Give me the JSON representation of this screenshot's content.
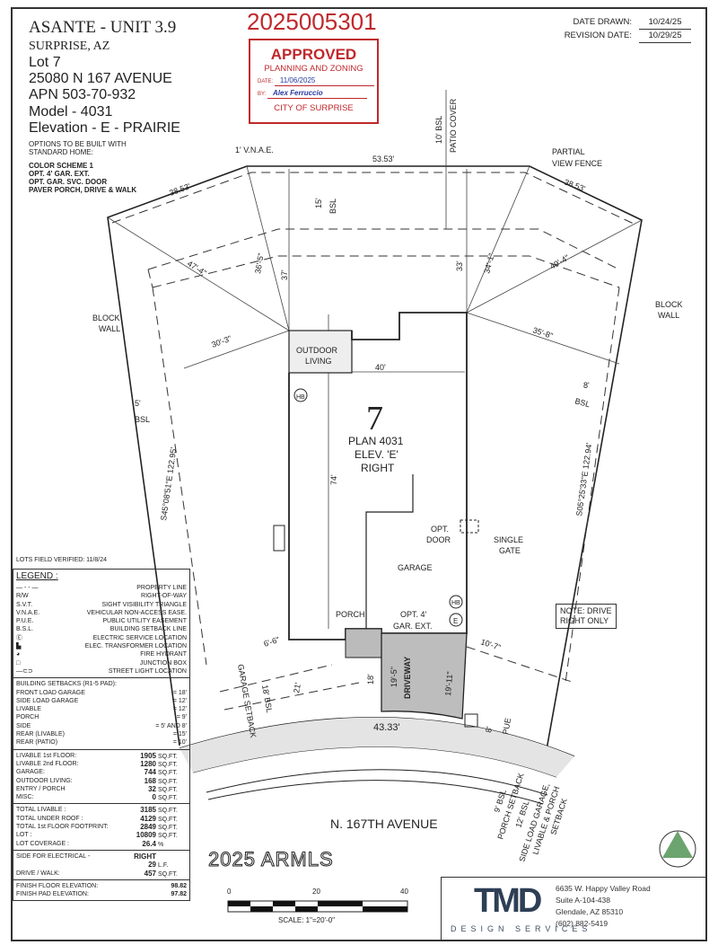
{
  "header": {
    "subdivision": "ASANTE - UNIT 3.9",
    "city": "SURPRISE, AZ",
    "lot": "Lot 7",
    "address": "25080 N 167 AVENUE",
    "apn": "APN 503-70-932",
    "model": "Model - 4031",
    "elevation": "Elevation - E - PRAIRIE",
    "options_title_1": "OPTIONS TO BE BUILT WITH",
    "options_title_2": "STANDARD HOME:",
    "options": [
      "COLOR SCHEME 1",
      "OPT. 4' GAR. EXT.",
      "OPT. GAR. SVC. DOOR",
      "PAVER PORCH, DRIVE & WALK"
    ]
  },
  "permit_number": "2025005301",
  "stamp": {
    "status": "APPROVED",
    "dept": "PLANNING AND ZONING",
    "date_label": "DATE:",
    "date": "11/06/2025",
    "by_label": "BY:",
    "by": "Alex Ferruccio",
    "city": "CITY OF SURPRISE",
    "color": "#c0282c"
  },
  "dates": {
    "drawn_label": "DATE DRAWN:",
    "drawn": "10/24/25",
    "revision_label": "REVISION DATE:",
    "revision": "10/29/25"
  },
  "plan": {
    "lot_number": "7",
    "plan_name": "PLAN 4031",
    "elev": "ELEV. 'E'",
    "orientation": "RIGHT",
    "street": "N. 167TH AVENUE",
    "labels": {
      "vnae": "1' V.N.A.E.",
      "top_dim": "53.53'",
      "left_top_dim": "38.53'",
      "right_top_dim": "38.53'",
      "patio_cover": "PATIO COVER",
      "bsl_10": "10' BSL",
      "partial_fence_1": "PARTIAL",
      "partial_fence_2": "VIEW FENCE",
      "dim_15": "15'",
      "bsl": "BSL",
      "dim_37": "37'",
      "dim_33": "33'",
      "dim_36_5": "36'-5\"",
      "dim_34_1": "34'-1\"",
      "dim_47_4": "47'-4\"",
      "dim_49_4": "49'-4\"",
      "block_wall_1": "BLOCK",
      "block_wall_2": "WALL",
      "dim_30_3": "30'-3\"",
      "dim_35_8": "35'-8\"",
      "outdoor_1": "OUTDOOR",
      "outdoor_2": "LIVING",
      "dim_40": "40'",
      "dim_5": "5'",
      "dim_8": "8'",
      "left_bearing": "S45°08'51\"E 122.95'",
      "right_bearing": "S05°25'33\"E 122.94'",
      "dim_74": "74'",
      "hb": "HB",
      "e": "E",
      "opt_door_1": "OPT.",
      "opt_door_2": "DOOR",
      "single_gate_1": "SINGLE",
      "single_gate_2": "GATE",
      "garage": "GARAGE",
      "porch": "PORCH",
      "gar_ext_1": "OPT. 4'",
      "gar_ext_2": "GAR. EXT.",
      "dim_6_6": "6'-6\"",
      "dim_10_7": "10'-7\"",
      "dim_21": "21'",
      "dim_18": "18'",
      "dim_19_5": "19'-5\"",
      "dim_19_11": "19'-11\"",
      "driveway": "DRIVEWAY",
      "front_dim": "43.33'",
      "bsl_18": "18' BSL",
      "garage_setback": "GARAGE SETBACK",
      "pue": "PUE",
      "bsl_9": "9' BSL",
      "porch_setback": "PORCH SETBACK",
      "bsl_12": "12' BSL",
      "side_load_1": "SIDE LOAD GARAGE,",
      "side_load_2": "LIVABLE & PORCH",
      "side_load_3": "SETBACK"
    }
  },
  "note": {
    "line1": "NOTE: DRIVE",
    "line2": "RIGHT ONLY"
  },
  "legend": {
    "verified": "LOTS FIELD VERIFIED: 11/8/24",
    "title": "LEGEND :",
    "items": [
      {
        "key": "— - - —",
        "label": "PROPERTY LINE"
      },
      {
        "key": "R/W",
        "label": "RIGHT-OF-WAY"
      },
      {
        "key": "S.V.T.",
        "label": "SIGHT VISIBILITY TRIANGLE"
      },
      {
        "key": "V.N.A.E.",
        "label": "VEHICULAR NON-ACCESS EASE."
      },
      {
        "key": "P.U.E.",
        "label": "PUBLIC UTILITY EASEMENT"
      },
      {
        "key": "B.S.L.",
        "label": "BUILDING SETBACK LINE"
      },
      {
        "key": "Ⓔ",
        "label": "ELECTRIC SERVICE LOCATION"
      },
      {
        "key": "▙",
        "label": "ELEC. TRANSFORMER LOCATION"
      },
      {
        "key": "◕",
        "label": "FIRE HYDRANT"
      },
      {
        "key": "□",
        "label": "JUNCTION BOX"
      },
      {
        "key": "—⊂⊃",
        "label": "STREET LIGHT LOCATION"
      }
    ],
    "setbacks_title": "BUILDING SETBACKS (R1-5 PAD):",
    "setbacks": [
      {
        "label": "FRONT LOAD GARAGE",
        "value": "= 18'"
      },
      {
        "label": "SIDE LOAD GARAGE",
        "value": "= 12'"
      },
      {
        "label": "LIVABLE",
        "value": "= 12'"
      },
      {
        "label": "PORCH",
        "value": "= 9'"
      },
      {
        "label": "SIDE",
        "value": "= 5' AND 8'"
      },
      {
        "label": "REAR (LIVABLE)",
        "value": "= 15'"
      },
      {
        "label": "REAR (PATIO)",
        "value": "= 10'"
      }
    ],
    "areas": [
      {
        "label": "LIVABLE 1st FLOOR:",
        "value": "1905",
        "unit": "SQ.FT."
      },
      {
        "label": "LIVABLE 2nd FLOOR:",
        "value": "1280",
        "unit": "SQ.FT."
      },
      {
        "label": "GARAGE:",
        "value": "744",
        "unit": "SQ.FT."
      },
      {
        "label": "OUTDOOR LIVING:",
        "value": "168",
        "unit": "SQ.FT."
      },
      {
        "label": "ENTRY / PORCH",
        "value": "32",
        "unit": "SQ.FT."
      },
      {
        "label": "MISC:",
        "value": "0",
        "unit": "SQ.FT."
      }
    ],
    "totals": [
      {
        "label": "TOTAL LIVABLE :",
        "value": "3185",
        "unit": "SQ.FT."
      },
      {
        "label": "TOTAL UNDER ROOF :",
        "value": "4129",
        "unit": "SQ.FT."
      },
      {
        "label": "TOTAL 1st FLOOR FOOTPRINT:",
        "value": "2849",
        "unit": "SQ.FT."
      },
      {
        "label": "LOT :",
        "value": "10809",
        "unit": "SQ.FT."
      },
      {
        "label": "LOT COVERAGE :",
        "value": "26.4",
        "unit": "%"
      }
    ],
    "electrical": [
      {
        "label": "SIDE FOR ELECTRICAL -",
        "value": "RIGHT",
        "unit": ""
      },
      {
        "label": "",
        "value": "29",
        "unit": "L.F."
      },
      {
        "label": "DRIVE / WALK:",
        "value": "457",
        "unit": "SQ.FT."
      }
    ],
    "elevations": [
      {
        "label": "FINISH FLOOR ELEVATION:",
        "value": "98.82"
      },
      {
        "label": "FINISH PAD ELEVATION:",
        "value": "97.82"
      }
    ]
  },
  "scale": {
    "tick0": "0",
    "tick20": "20",
    "tick40": "40",
    "label": "SCALE:  1\"=20'-0\""
  },
  "designer": {
    "logo": "TMD",
    "tagline": "DESIGN SERVICES",
    "address1": "6635 W. Happy Valley Road",
    "address2": "Suite A-104-438",
    "address3": "Glendale, AZ 85310",
    "phone": "(602) 882-5419",
    "logo_color": "#2e3f55"
  },
  "watermark": "2025 ARMLS"
}
